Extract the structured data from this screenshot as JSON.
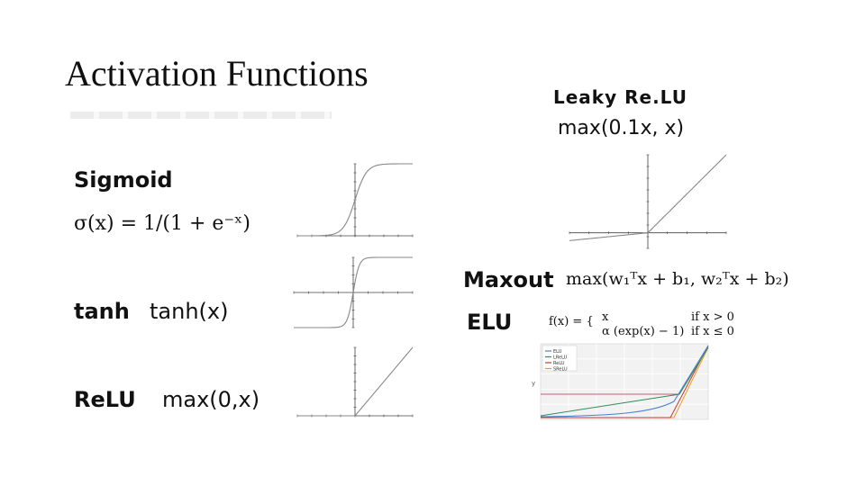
{
  "slide": {
    "title": "Activation Functions",
    "functions": {
      "sigmoid": {
        "name": "Sigmoid",
        "formula": "σ(x) = 1/(1 + e⁻ˣ)"
      },
      "tanh": {
        "name": "tanh",
        "formula": "tanh(x)"
      },
      "relu": {
        "name": "ReLU",
        "formula": "max(0,x)"
      },
      "leaky": {
        "name": "Leaky Re.LU",
        "formula": "max(0.1x, x)"
      },
      "maxout": {
        "name": "Maxout",
        "formula": "max(w₁ᵀx + b₁, w₂ᵀx + b₂)"
      },
      "elu": {
        "name": "ELU",
        "formula_lhs": "f(x) = {",
        "case1_expr": "x",
        "case1_cond": "if x > 0",
        "case2_expr": "α (exp(x) − 1)",
        "case2_cond": "if x ≤ 0"
      }
    },
    "elu_legend": [
      "ELU",
      "LReLU",
      "ReLU",
      "SReLU"
    ]
  },
  "chart_data": [
    {
      "type": "line",
      "name": "sigmoid-plot",
      "series": [
        {
          "function": "sigmoid",
          "x_range": [
            -10,
            10
          ]
        }
      ],
      "xlim": [
        -10,
        10
      ],
      "ylim": [
        0,
        1
      ],
      "grid": false
    },
    {
      "type": "line",
      "name": "tanh-plot",
      "series": [
        {
          "function": "tanh",
          "x_range": [
            -10,
            10
          ]
        }
      ],
      "xlim": [
        -10,
        10
      ],
      "ylim": [
        -1,
        1
      ],
      "grid": false
    },
    {
      "type": "line",
      "name": "relu-plot",
      "series": [
        {
          "function": "relu",
          "x_range": [
            -10,
            10
          ]
        }
      ],
      "xlim": [
        -10,
        10
      ],
      "ylim": [
        0,
        10
      ],
      "grid": false
    },
    {
      "type": "line",
      "name": "leaky-relu-plot",
      "series": [
        {
          "function": "leaky_relu",
          "slope_negative": 0.1,
          "x_range": [
            -10,
            10
          ]
        }
      ],
      "xlim": [
        -10,
        10
      ],
      "ylim": [
        -2,
        10
      ],
      "grid": false
    },
    {
      "type": "line",
      "name": "elu-comparison-plot",
      "legend": "top-left",
      "series": [
        {
          "name": "ELU",
          "color": "#4a7fd0"
        },
        {
          "name": "LReLU",
          "color": "#2f8f5a"
        },
        {
          "name": "ReLU",
          "color": "#c0392b"
        },
        {
          "name": "SReLU",
          "color": "#e0a020"
        }
      ],
      "grid": true
    }
  ],
  "colors": {
    "text": "#111111",
    "curve": "#888888",
    "axis": "#444444",
    "elu": "#4a7fd0",
    "lrelu": "#2f8f5a",
    "relu": "#c0392b",
    "srelu": "#e0a020",
    "hline": "#c0607a"
  }
}
